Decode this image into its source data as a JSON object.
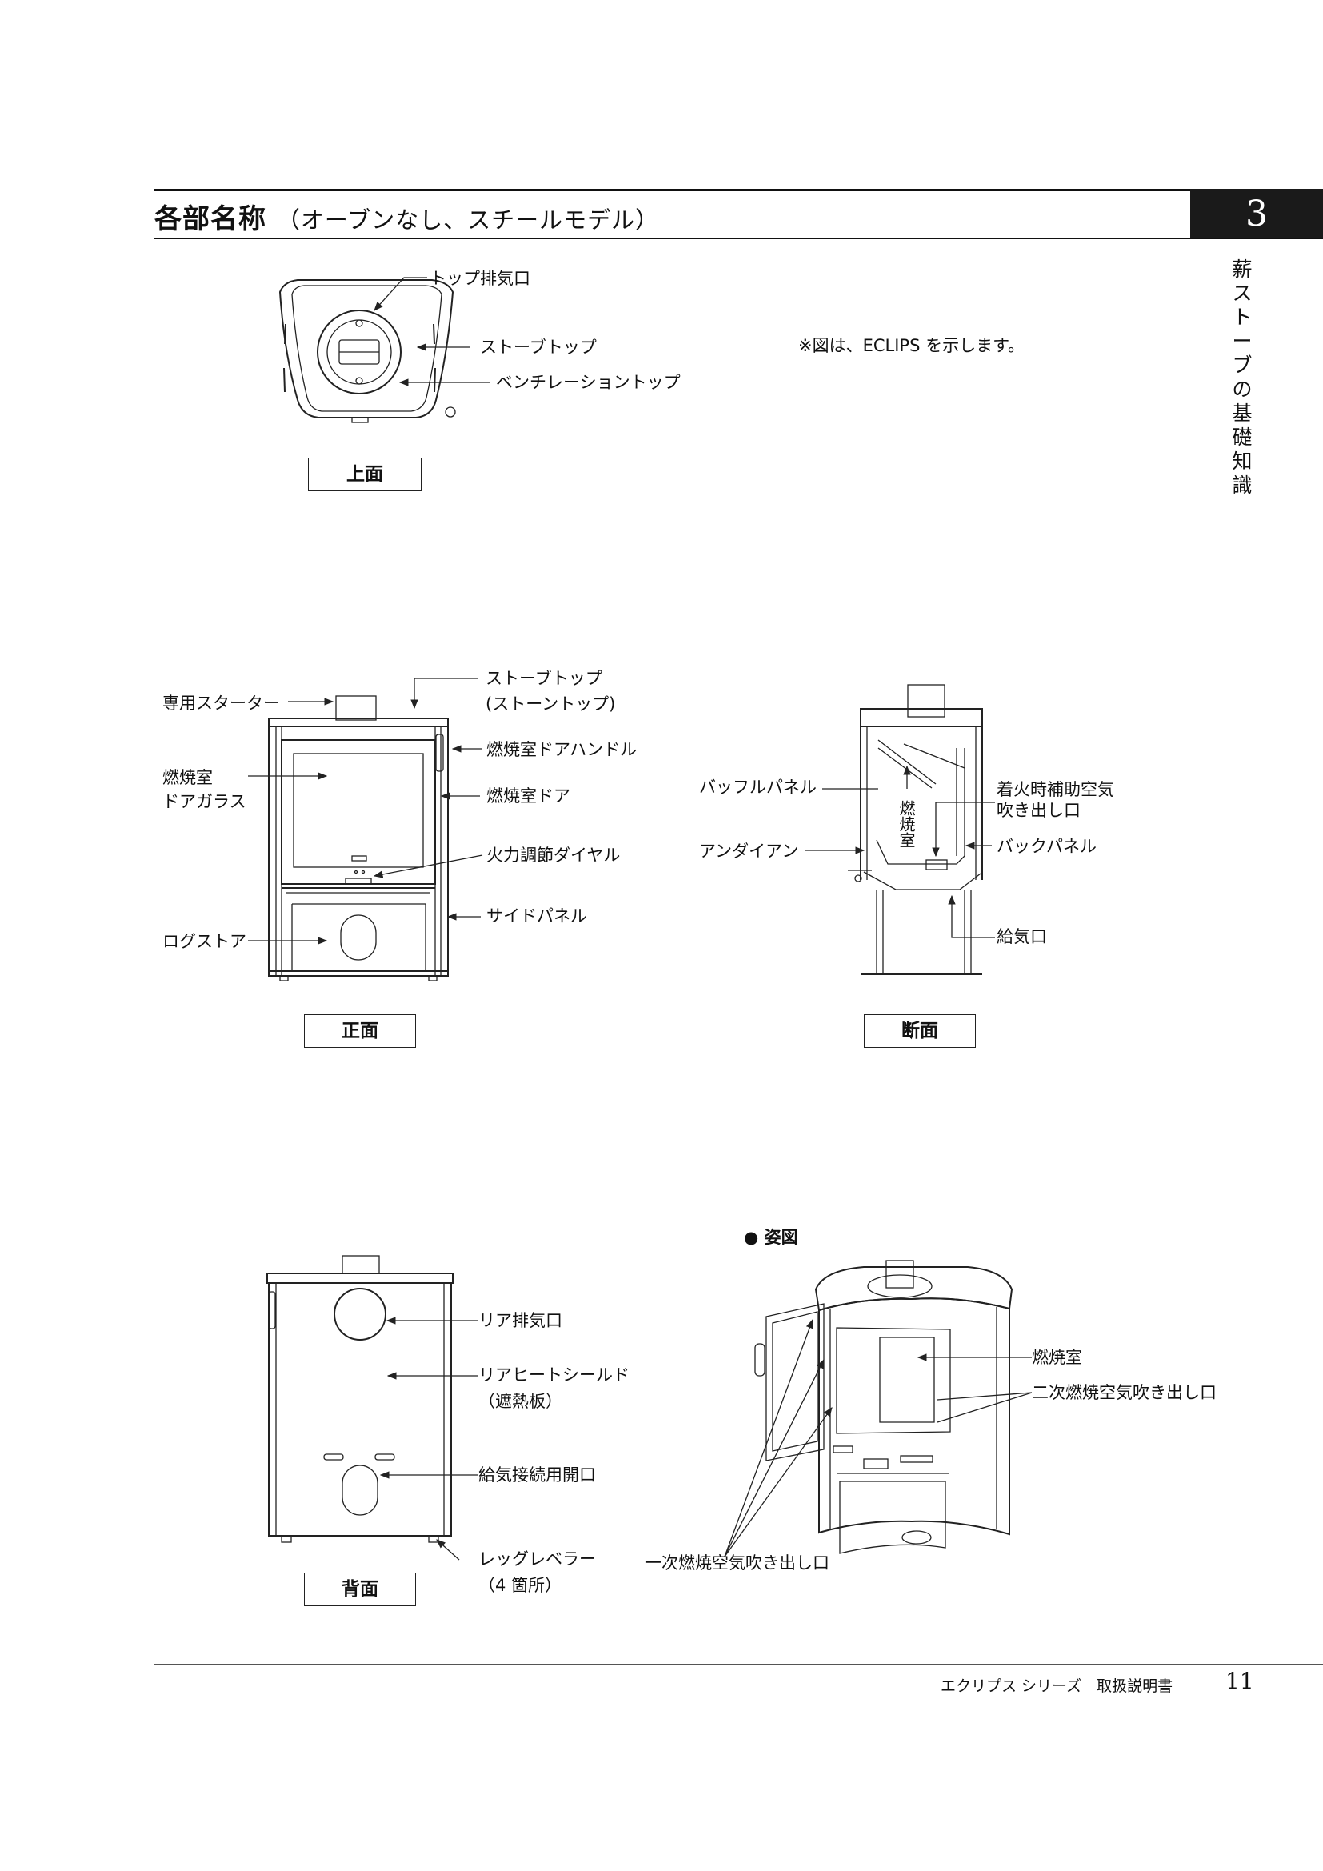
{
  "header": {
    "title": "各部名称",
    "subtitle": "（オーブンなし、スチールモデル）",
    "chapter": "3",
    "side_tab": "薪ストーブの基礎知識"
  },
  "note": "※図は、ECLIPS を示します。",
  "top_view": {
    "caption": "上面",
    "labels": {
      "top_flue": "トップ排気口",
      "stove_top": "ストーブトップ",
      "vent_top": "ベンチレーショントップ"
    }
  },
  "front_view": {
    "caption": "正面",
    "labels": {
      "starter": "専用スターター",
      "stove_top_1": "ストーブトップ",
      "stove_top_2": "(ストーントップ)",
      "door_handle": "燃焼室ドアハンドル",
      "door_glass_1": "燃焼室",
      "door_glass_2": "ドアガラス",
      "door": "燃焼室ドア",
      "dial": "火力調節ダイヤル",
      "side_panel": "サイドパネル",
      "log_store": "ログストア"
    }
  },
  "section_view": {
    "caption": "断面",
    "labels": {
      "baffle": "バッフルパネル",
      "ignition_air_1": "着火時補助空気",
      "ignition_air_2": "吹き出し口",
      "andiron": "アンダイアン",
      "back_panel": "バックパネル",
      "chamber_vertical": "燃焼室",
      "air_inlet": "給気口"
    }
  },
  "rear_view": {
    "caption": "背面",
    "labels": {
      "rear_flue": "リア排気口",
      "heat_shield_1": "リアヒートシールド",
      "heat_shield_2": "（遮熱板）",
      "air_connect": "給気接続用開口",
      "leveler_1": "レッグレベラー",
      "leveler_2": "（4 箇所）"
    }
  },
  "perspective_view": {
    "caption": "● 姿図",
    "labels": {
      "chamber": "燃焼室",
      "secondary_air": "二次燃焼空気吹き出し口",
      "primary_air": "一次燃焼空気吹き出し口"
    }
  },
  "footer": {
    "text": "エクリプス シリーズ　取扱説明書",
    "page": "11"
  }
}
